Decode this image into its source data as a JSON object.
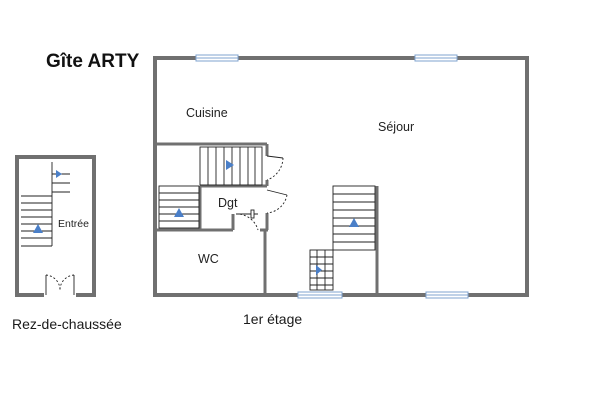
{
  "title": "Gîte ARTY",
  "ground_floor": {
    "caption": "Rez-de-chaussée",
    "rooms": {
      "entree": "Entrée"
    }
  },
  "first_floor": {
    "caption": "1er étage",
    "rooms": {
      "cuisine": "Cuisine",
      "sejour": "Séjour",
      "dgt": "Dgt",
      "wc": "WC"
    }
  },
  "colors": {
    "wall": "#707070",
    "window": "#7fa3cf",
    "arrow": "#4a7fc8",
    "line": "#222222"
  }
}
